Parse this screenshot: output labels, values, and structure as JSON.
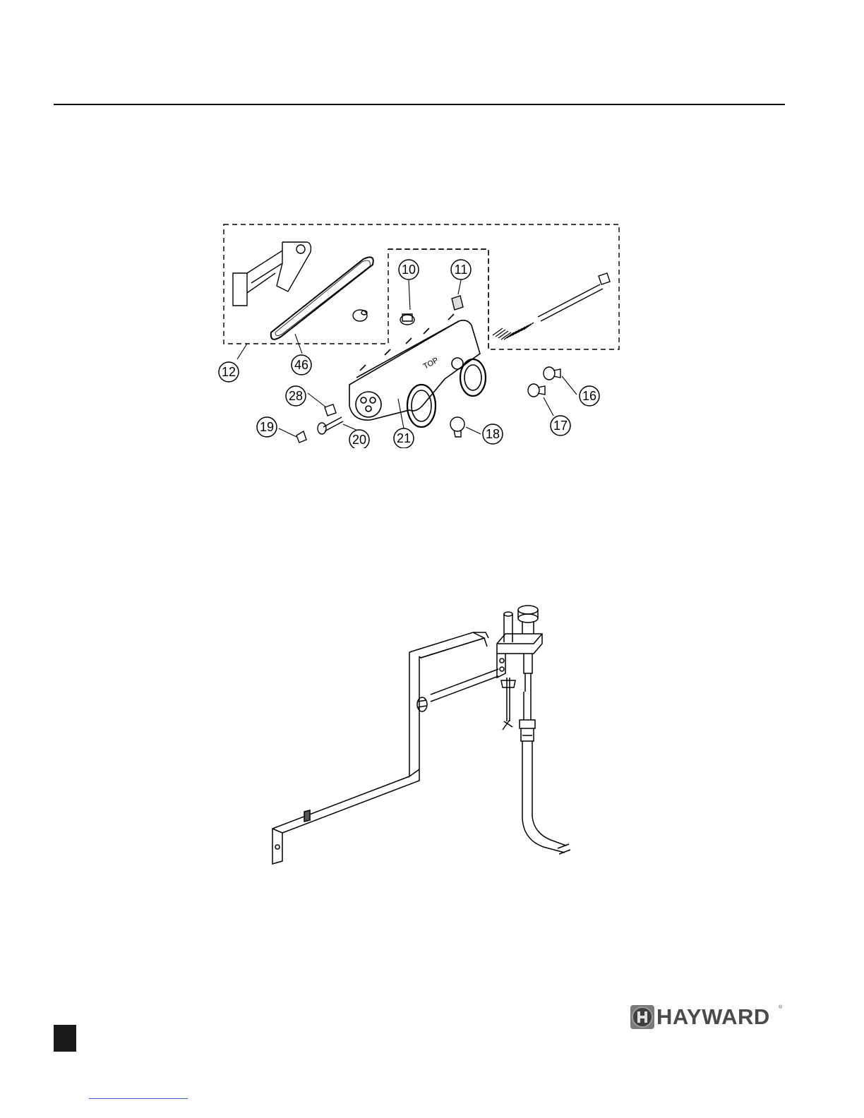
{
  "figure1": {
    "callouts": [
      {
        "label": "10",
        "name": "callout-10"
      },
      {
        "label": "11",
        "name": "callout-11"
      },
      {
        "label": "12",
        "name": "callout-12"
      },
      {
        "label": "46",
        "name": "callout-46"
      },
      {
        "label": "28",
        "name": "callout-28"
      },
      {
        "label": "19",
        "name": "callout-19"
      },
      {
        "label": "20",
        "name": "callout-20"
      },
      {
        "label": "21",
        "name": "callout-21"
      },
      {
        "label": "18",
        "name": "callout-18"
      },
      {
        "label": "16",
        "name": "callout-16"
      },
      {
        "label": "17",
        "name": "callout-17"
      }
    ],
    "casting_text": "TOP"
  },
  "logo": {
    "text": "HAYWARD",
    "registered": "®"
  }
}
